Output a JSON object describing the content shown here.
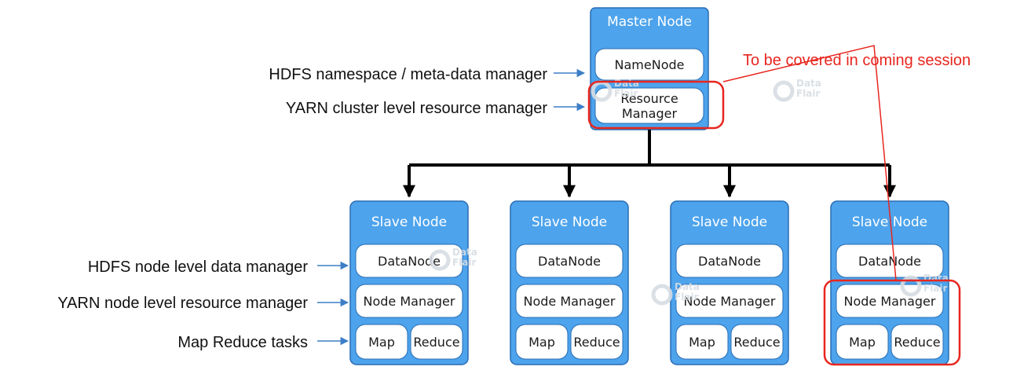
{
  "master": {
    "title": "Master Node",
    "namenode": "NameNode",
    "resource_manager": [
      "Resource",
      "Manager"
    ]
  },
  "slaves": [
    {
      "title": "Slave Node",
      "datanode": "DataNode",
      "node_manager": "Node Manager",
      "map": "Map",
      "reduce": "Reduce"
    },
    {
      "title": "Slave Node",
      "datanode": "DataNode",
      "node_manager": "Node Manager",
      "map": "Map",
      "reduce": "Reduce"
    },
    {
      "title": "Slave Node",
      "datanode": "DataNode",
      "node_manager": "Node Manager",
      "map": "Map",
      "reduce": "Reduce"
    },
    {
      "title": "Slave Node",
      "datanode": "DataNode",
      "node_manager": "Node Manager",
      "map": "Map",
      "reduce": "Reduce"
    }
  ],
  "annotations": {
    "master": [
      "HDFS namespace / meta-data manager",
      "YARN cluster level resource manager"
    ],
    "slave": [
      "HDFS node level data manager",
      "YARN node level resource manager",
      "Map Reduce tasks"
    ]
  },
  "highlight_note": "To be covered in coming session",
  "watermark": [
    "Data",
    "Flair"
  ],
  "colors": {
    "node_fill": "#4da3ec",
    "node_border": "#2a6db3",
    "box_fill": "#ffffff",
    "arrow": "#000000",
    "annot_arrow": "#3d7fc7",
    "highlight": "#e8261f"
  }
}
